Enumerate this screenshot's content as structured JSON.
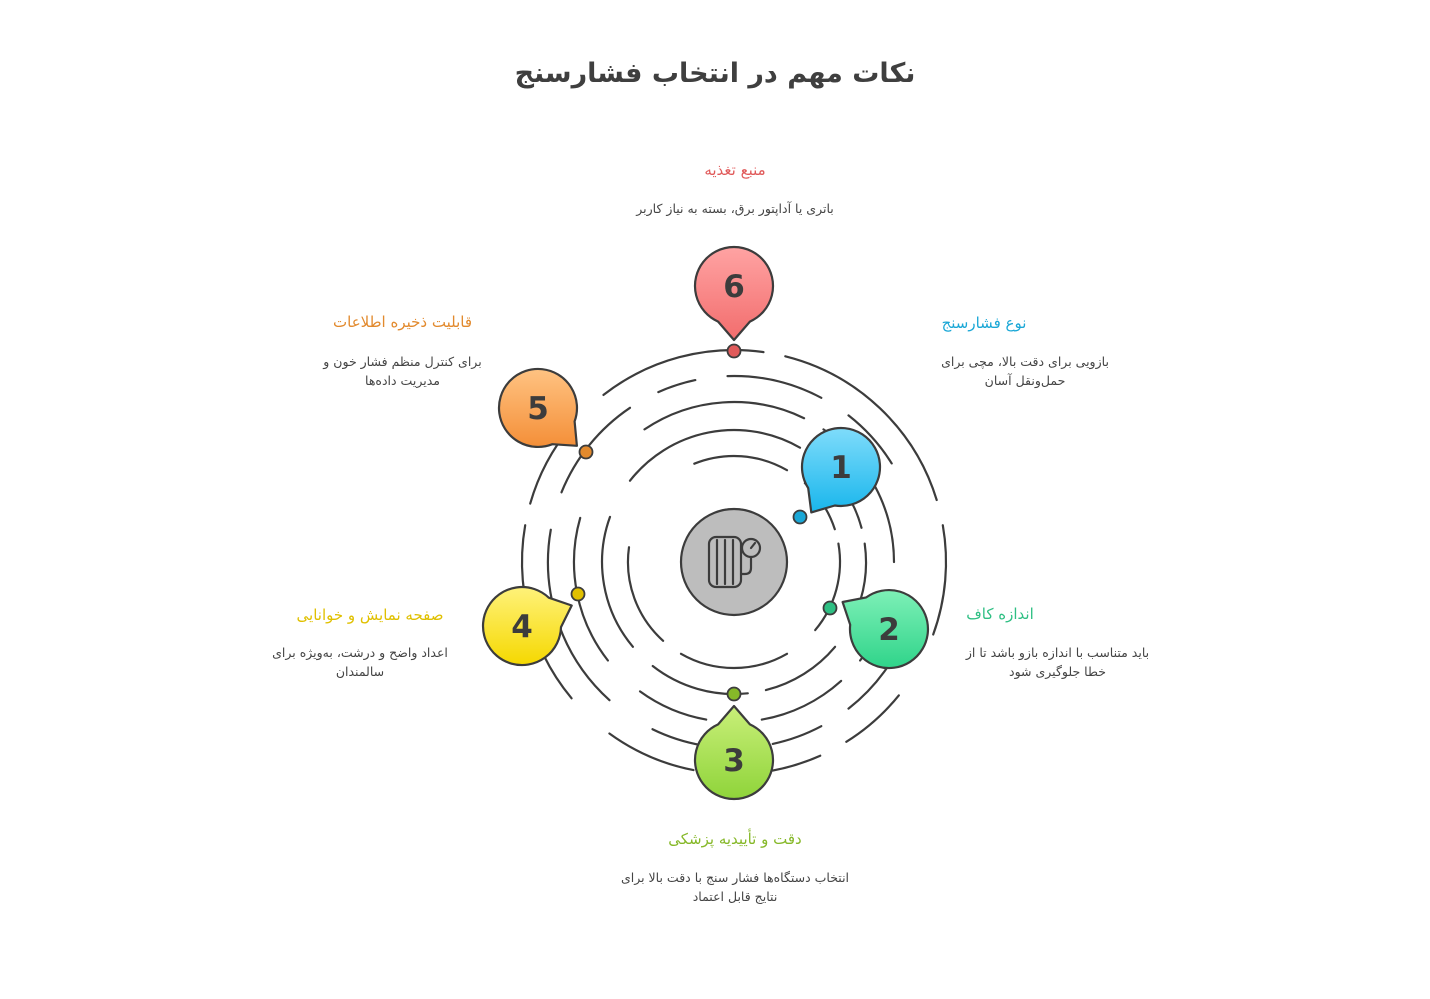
{
  "title": "نکات مهم در انتخاب فشارسنج",
  "center_icon": "blood-pressure-monitor-icon",
  "items": [
    {
      "number": "1",
      "label": "نوع فشارسنج",
      "description": "بازویی برای دقت بالا، مچی برای حمل‌ونقل آسان",
      "color": "#1aa7d6",
      "bubble_light": "#7fdcfb",
      "bubble_dark": "#19b6ec"
    },
    {
      "number": "2",
      "label": "اندازه کاف",
      "description": "باید متناسب با اندازه بازو باشد تا از خطا جلوگیری شود",
      "color": "#2ebf83",
      "bubble_light": "#7ef0b7",
      "bubble_dark": "#2fd48a"
    },
    {
      "number": "3",
      "label": "دقت و تأییدیه پزشکی",
      "description": "انتخاب دستگاه‌ها فشار سنج با دقت بالا برای نتایج قابل اعتماد",
      "color": "#86b829",
      "bubble_light": "#c9ef79",
      "bubble_dark": "#8fd43a"
    },
    {
      "number": "4",
      "label": "صفحه نمایش و خوانایی",
      "description": "اعداد واضح و درشت، به‌ویژه برای سالمندان",
      "color": "#e0c000",
      "bubble_light": "#fff27a",
      "bubble_dark": "#f5d800"
    },
    {
      "number": "5",
      "label": "قابلیت ذخیره اطلاعات",
      "description": "برای کنترل منظم فشار خون و مدیریت داده‌ها",
      "color": "#e28a2e",
      "bubble_light": "#ffc382",
      "bubble_dark": "#f48f38"
    },
    {
      "number": "6",
      "label": "منبع تغذیه",
      "description": "باتری یا آداپتور برق، بسته به نیاز کاربر",
      "color": "#e05a5a",
      "bubble_light": "#ffa3a3",
      "bubble_dark": "#f26d6d"
    }
  ]
}
